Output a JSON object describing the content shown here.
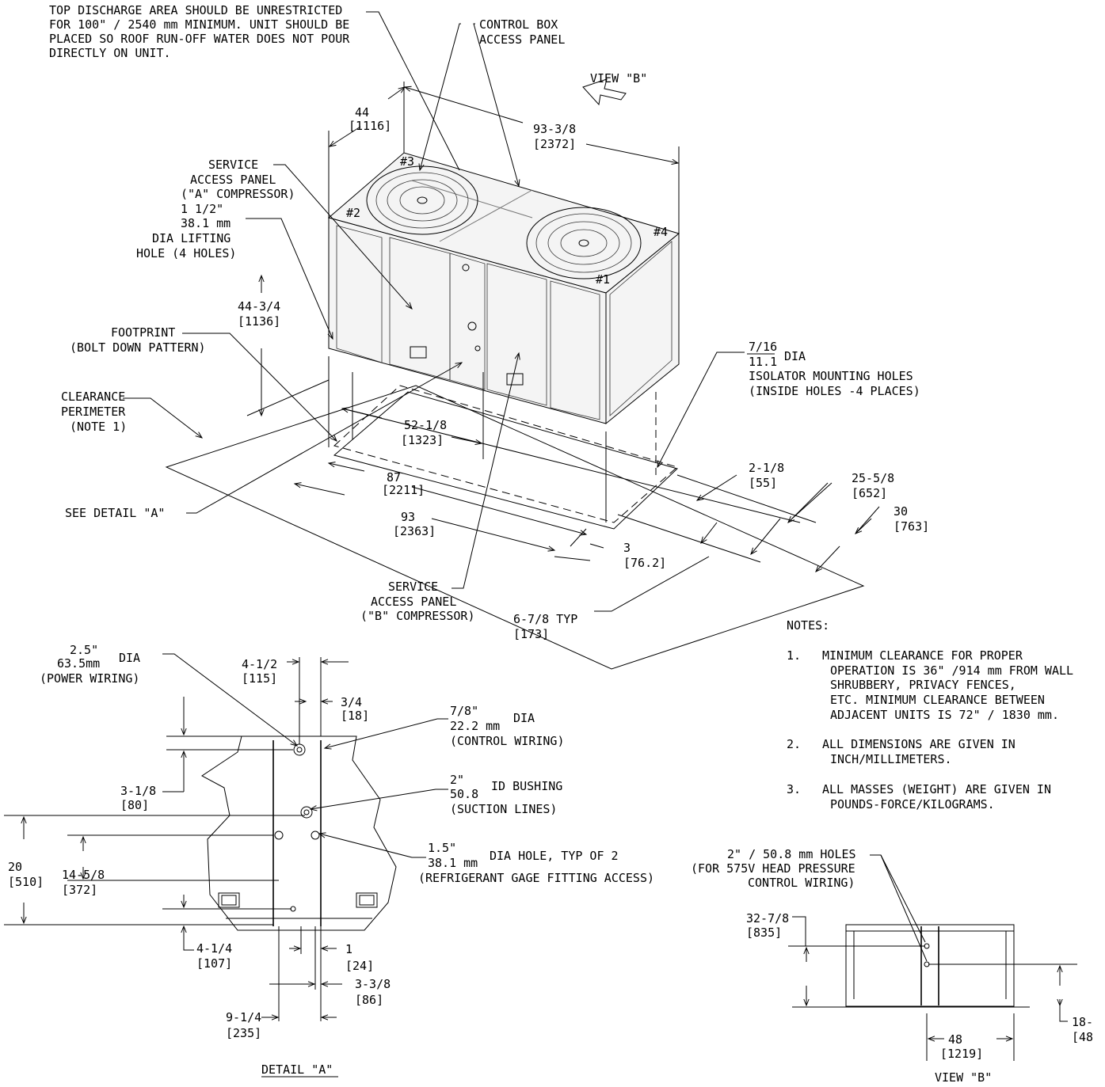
{
  "iso_view": {
    "top_discharge_note": [
      "TOP DISCHARGE AREA SHOULD BE UNRESTRICTED",
      "FOR 100\" / 2540 mm MINIMUM.  UNIT SHOULD BE",
      "PLACED SO ROOF RUN-OFF WATER DOES NOT POUR",
      "DIRECTLY ON UNIT."
    ],
    "control_box": [
      "CONTROL BOX",
      "ACCESS PANEL"
    ],
    "view_b_label": "VIEW \"B\"",
    "dim_44": [
      "44",
      "[1116]"
    ],
    "dim_93_3_8": [
      "93-3/8",
      "[2372]"
    ],
    "service_panel_a": [
      "SERVICE",
      "ACCESS PANEL",
      "(\"A\" COMPRESSOR)"
    ],
    "lifting_hole": [
      "1 1/2\"",
      "38.1 mm",
      "DIA LIFTING",
      "HOLE (4 HOLES)"
    ],
    "dim_44_3_4": [
      "44-3/4",
      "[1136]"
    ],
    "footprint": [
      "FOOTPRINT",
      "(BOLT DOWN PATTERN)"
    ],
    "clearance": [
      "CLEARANCE",
      "PERIMETER",
      "(NOTE 1)"
    ],
    "dim_52_1_8": [
      "52-1/8",
      "[1323]"
    ],
    "dim_87": [
      "87",
      "[2211]"
    ],
    "dim_93": [
      "93",
      "[2363]"
    ],
    "see_detail_a": "SEE DETAIL \"A\"",
    "service_panel_b": [
      "SERVICE",
      "ACCESS PANEL",
      "(\"B\" COMPRESSOR)"
    ],
    "dim_6_7_8": [
      "6-7/8 TYP",
      "[173]"
    ],
    "dim_3": [
      "3",
      "[76.2]"
    ],
    "dim_2_1_8": [
      "2-1/8",
      "[55]"
    ],
    "dim_25_5_8": [
      "25-5/8",
      "[652]"
    ],
    "dim_30": [
      "30",
      "[763]"
    ],
    "isolator_frac": [
      "7/16",
      "11.1"
    ],
    "isolator_dia": "DIA",
    "isolator": [
      "ISOLATOR MOUNTING HOLES",
      "(INSIDE HOLES -4 PLACES)"
    ],
    "fan_marks": [
      "#1",
      "#2",
      "#3",
      "#4"
    ]
  },
  "notes": {
    "heading": "NOTES:",
    "items": [
      {
        "num": "1.",
        "lines": [
          "MINIMUM CLEARANCE FOR PROPER",
          "OPERATION IS 36\" /914 mm FROM WALL",
          "SHRUBBERY, PRIVACY FENCES,",
          "ETC.  MINIMUM CLEARANCE BETWEEN",
          "ADJACENT UNITS IS 72\" / 1830 mm."
        ]
      },
      {
        "num": "2.",
        "lines": [
          "ALL DIMENSIONS ARE GIVEN IN",
          "INCH/MILLIMETERS."
        ]
      },
      {
        "num": "3.",
        "lines": [
          "ALL MASSES (WEIGHT) ARE GIVEN IN",
          "POUNDS-FORCE/KILOGRAMS."
        ]
      }
    ]
  },
  "detail_a": {
    "title": "DETAIL \"A\"",
    "power_wiring": [
      "2.5\"",
      "63.5mm",
      "DIA",
      "(POWER WIRING)"
    ],
    "dim_4_1_2": [
      "4-1/2",
      "[115]"
    ],
    "dim_3_4": [
      "3/4",
      "[18]"
    ],
    "control_wiring": [
      "7/8\"",
      "22.2 mm",
      "DIA",
      "(CONTROL WIRING)"
    ],
    "suction": [
      "2\"",
      "50.8",
      "ID BUSHING",
      "(SUCTION LINES)"
    ],
    "dim_3_1_8": [
      "3-1/8",
      "[80]"
    ],
    "gage_hole": [
      "1.5\"",
      "38.1 mm",
      "DIA HOLE, TYP OF 2",
      "(REFRIGERANT GAGE FITTING ACCESS)"
    ],
    "dim_20": [
      "20",
      "[510]"
    ],
    "dim_14_5_8": [
      "14-5/8",
      "[372]"
    ],
    "dim_4_1_4": [
      "4-1/4",
      "[107]"
    ],
    "dim_1": [
      "1",
      "[24]"
    ],
    "dim_3_3_8": [
      "3-3/8",
      "[86]"
    ],
    "dim_9_1_4": [
      "9-1/4",
      "[235]"
    ]
  },
  "view_b": {
    "title": "VIEW \"B\"",
    "holes": [
      "2\" / 50.8 mm HOLES",
      "(FOR 575V HEAD PRESSURE",
      "CONTROL WIRING)"
    ],
    "dim_32_7_8": [
      "32-7/8",
      "[835]"
    ],
    "dim_48": [
      "48",
      "[1219]"
    ],
    "dim_18": [
      "18-",
      "[48"
    ]
  }
}
